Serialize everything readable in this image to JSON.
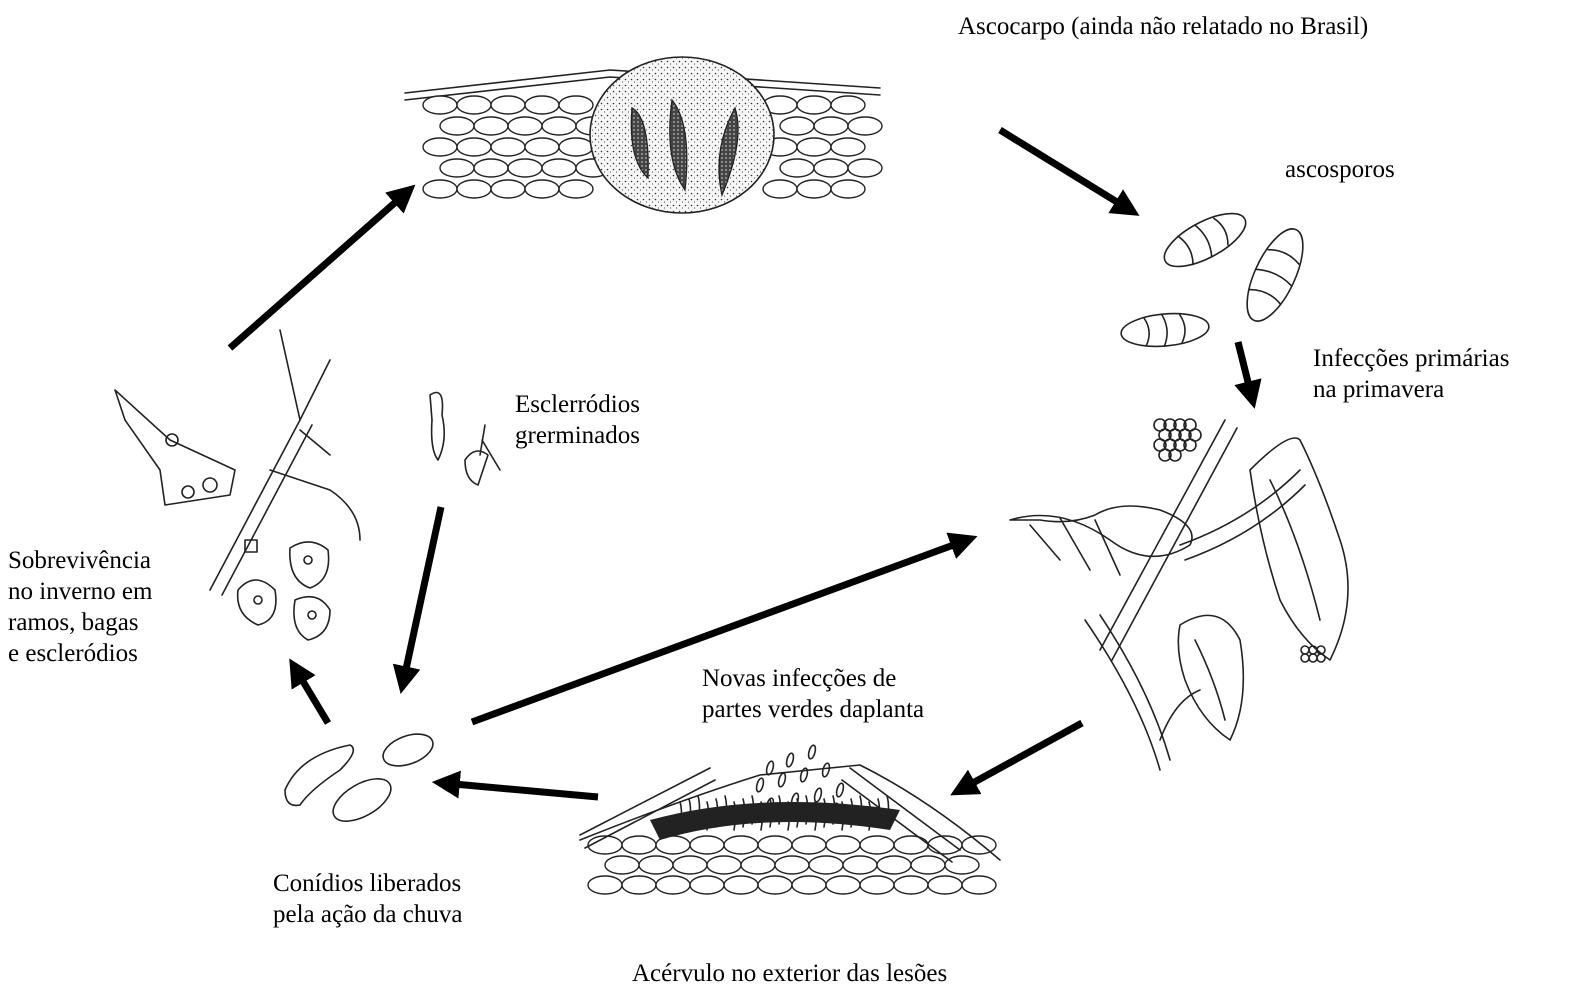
{
  "labels": {
    "ascocarp": "Ascocarpo (ainda não relatado no Brasil)",
    "ascospores": "ascosporos",
    "primary": [
      "Infecções primárias",
      "na primavera"
    ],
    "sclerotia": [
      "Esclerródios",
      "grerminados"
    ],
    "survival": [
      "Sobrevivência",
      "no inverno em",
      "ramos, bagas",
      "e escleródios"
    ],
    "new_infections": [
      "Novas infecções de",
      "partes verdes daplanta"
    ],
    "conidia": [
      "Conídios liberados",
      "pela ação da chuva"
    ],
    "acervulus": "Acérvulo no exterior das lesões"
  },
  "colors": {
    "ink": "#000000",
    "line": "#222222",
    "background": "#ffffff"
  }
}
